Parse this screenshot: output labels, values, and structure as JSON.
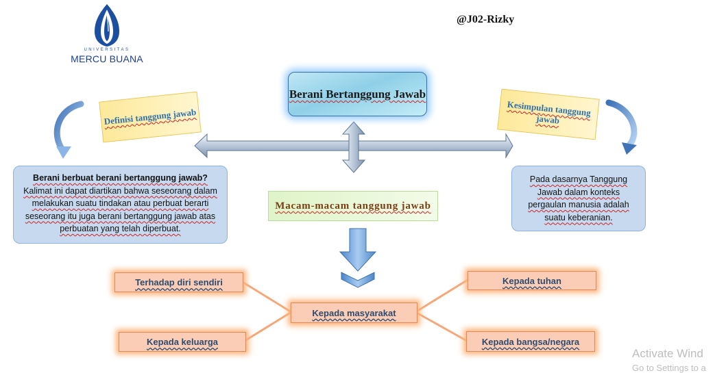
{
  "logo": {
    "subtitle": "UNIVERSITAS",
    "name": "MERCU BUANA"
  },
  "author": "@J02-Rizky",
  "title": "Berani Bertanggung Jawab",
  "definition": {
    "label": "Definisi tanggung jawab",
    "heading": "Berani berbuat berani bertanggung jawab?",
    "text": "Kalimat ini dapat diartikan bahwa seseorang dalam melakukan suatu tindakan atau perbuat berarti seseorang itu juga berani bertanggung jawab atas perbuatan yang telah diperbuat."
  },
  "conclusion": {
    "label": "Kesimpulan tanggung jawab",
    "text": "Pada dasarnya Tanggung Jawab dalam konteks pergaulan manusia adalah suatu keberanian."
  },
  "types": {
    "heading": "Macam-macam tanggung jawab",
    "center": "Kepada masyarakat",
    "items": [
      "Terhadap diri sendiri",
      "Kepada tuhan",
      "Kepada keluarga",
      "Kepada bangsa/negara"
    ]
  },
  "colors": {
    "orange": "#f08a4b",
    "blue_arrow": "#6fa3dc",
    "box_blue": "#c6d9ef"
  },
  "watermark": {
    "line1": "Activate Wind",
    "line2": "Go to Settings to a"
  }
}
